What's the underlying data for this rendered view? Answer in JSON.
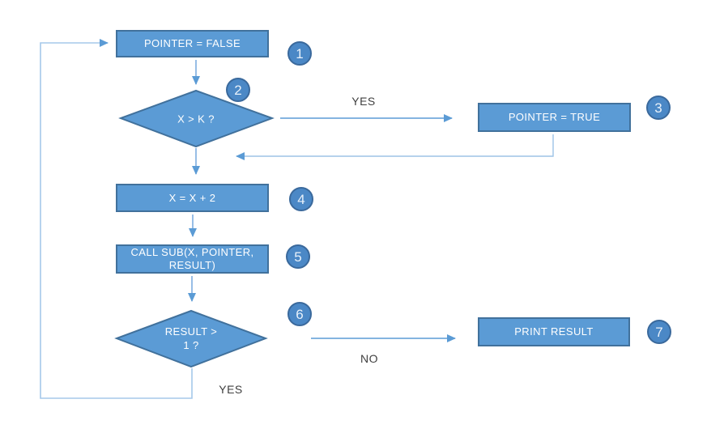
{
  "diagram": {
    "nodes": [
      {
        "shape": "process",
        "label": "POINTER = FALSE",
        "badge": "1"
      },
      {
        "shape": "decision",
        "label": "X > K ?",
        "badge": "2"
      },
      {
        "shape": "process",
        "label": "POINTER = TRUE",
        "badge": "3"
      },
      {
        "shape": "process",
        "label": "X = X + 2",
        "badge": "4"
      },
      {
        "shape": "process",
        "label_line1": "CALL SUB(X, POINTER,",
        "label_line2": "RESULT)",
        "badge": "5"
      },
      {
        "shape": "decision",
        "label_line1": "RESULT >",
        "label_line2": "1 ?",
        "badge": "6"
      },
      {
        "shape": "process",
        "label": "PRINT RESULT",
        "badge": "7"
      }
    ],
    "edge_labels": {
      "yes_branch": "YES",
      "no_branch": "NO",
      "loop_label": "YES"
    }
  },
  "colors": {
    "shape_fill": "#5B9BD5",
    "shape_border": "#41719C",
    "connector_light": "#7FAEDF",
    "connector_strong": "#5B9BD5",
    "loop_line": "#A5C8EA",
    "elbow_line": "#9DC3E6",
    "badge_fill": "#4B88C6",
    "badge_border": "#3A699C",
    "badge_text": "#E8F1FA",
    "label_color": "#3F3F3F"
  }
}
